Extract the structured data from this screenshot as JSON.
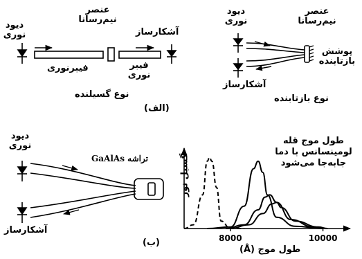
{
  "diagram_a": {
    "transmissive": {
      "diode": "دیود نوری",
      "sensor_element": "عنصر نیم‌رسانا",
      "detector": "آشکارساز",
      "fiber_left": "فیبرنوری",
      "fiber_right": "فیبر نوری",
      "caption": "نوع گسیلنده"
    },
    "reflective": {
      "diode": "دیود نوری",
      "sensor_element": "عنصر نیم‌رسانا",
      "coating": "پوشش بازتابنده",
      "detector": "آشکارساز",
      "caption": "نوع بازتابنده"
    },
    "label": "(الف)"
  },
  "diagram_b": {
    "diode": "دیود نوری",
    "chip": "تراشه GaAlAs",
    "detector": "آشکارساز",
    "label": "(ب)"
  },
  "chart_data": {
    "type": "line",
    "title": "طول موج قله لومینسانس با دما جابه‌جا می‌شود",
    "xlabel": "طول موج (Å)",
    "ylabel": "گسیل نور",
    "x_ticks": [
      8000,
      10000
    ],
    "xlim": [
      7000,
      10500
    ],
    "ylim": [
      0,
      1
    ],
    "series": [
      {
        "x": [
          7000,
          7200,
          7400,
          7500,
          7550,
          7600,
          7700,
          7800,
          8000,
          8300
        ],
        "values": [
          0.0,
          0.05,
          0.45,
          0.9,
          0.95,
          0.9,
          0.55,
          0.1,
          0.0,
          0.0
        ]
      },
      {
        "x": [
          7500,
          8000,
          8300,
          8500,
          8600,
          8700,
          8800,
          9000,
          9400,
          10000
        ],
        "values": [
          0.0,
          0.02,
          0.3,
          0.8,
          0.9,
          0.75,
          0.45,
          0.15,
          0.03,
          0.0
        ]
      },
      {
        "x": [
          7900,
          8300,
          8600,
          8750,
          8850,
          9000,
          9300,
          9800,
          10000
        ],
        "values": [
          0.0,
          0.05,
          0.25,
          0.42,
          0.45,
          0.35,
          0.12,
          0.02,
          0.0
        ]
      },
      {
        "x": [
          8000,
          8400,
          8700,
          8900,
          9000,
          9100,
          9400,
          9900,
          10100
        ],
        "values": [
          0.0,
          0.05,
          0.2,
          0.33,
          0.35,
          0.28,
          0.1,
          0.02,
          0.0
        ]
      }
    ],
    "dashed_series": [
      0
    ]
  }
}
